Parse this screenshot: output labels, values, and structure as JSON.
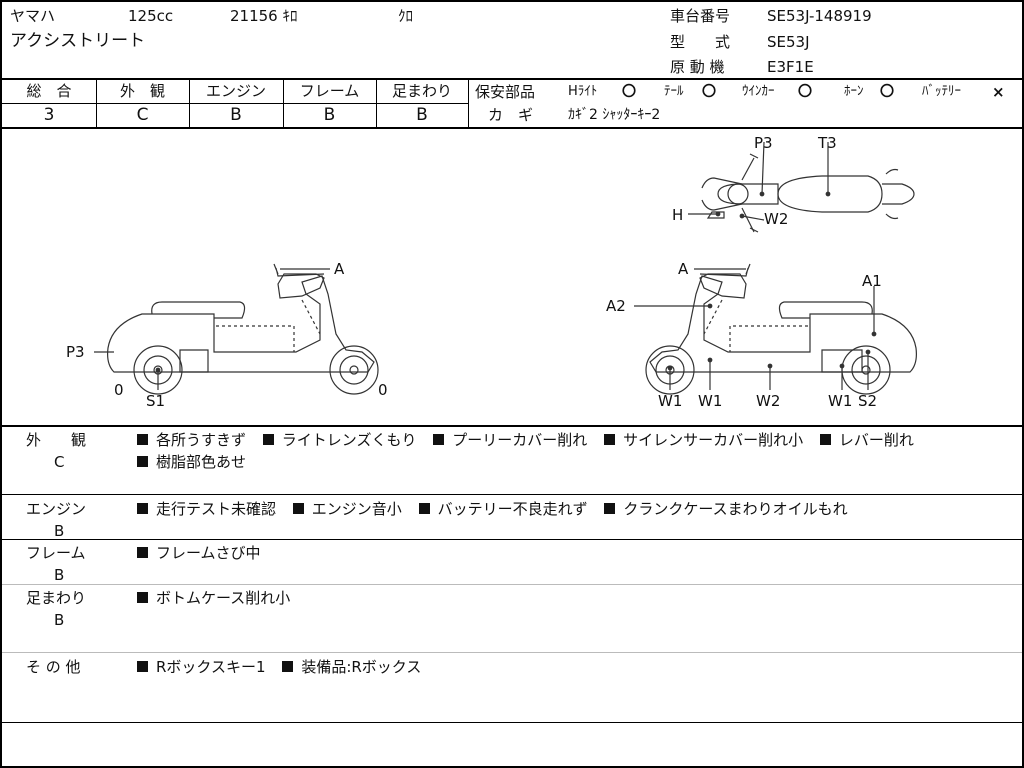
{
  "header": {
    "maker": "ヤマハ",
    "cc": "125cc",
    "mileage": "21156 ｷﾛ",
    "color": "ｸﾛ",
    "model": "アクシストリート",
    "frame_no_label": "車台番号",
    "frame_no": "SE53J-148919",
    "type_label": "型　　式",
    "type": "SE53J",
    "engine_label": "原 動 機",
    "engine": "E3F1E"
  },
  "grades": {
    "overall_label": "総　合",
    "overall": "3",
    "exterior_label": "外　観",
    "exterior": "C",
    "engine_label": "エンジン",
    "engine": "B",
    "frame_label": "フレーム",
    "frame": "B",
    "suspension_label": "足まわり",
    "suspension": "B"
  },
  "safety": {
    "label": "保安部品",
    "headlight_label": "Hﾗｲﾄ",
    "headlight": "〇",
    "tail_label": "ﾃｰﾙ",
    "tail": "〇",
    "winker_label": "ｳｲﾝｶｰ",
    "winker": "〇",
    "horn_label": "ﾎｰﾝ",
    "horn": "〇",
    "battery_label": "ﾊﾞｯﾃﾘｰ",
    "battery": "×",
    "key_label": "カ　ギ",
    "key_value": "ｶｷﾞ2 ｼｬｯﾀｰｷｰ2"
  },
  "diagram": {
    "left": {
      "A": "A",
      "P3": "P3",
      "S1": "S1",
      "zero_left": "0",
      "zero_right": "0"
    },
    "top": {
      "P3": "P3",
      "T3": "T3",
      "H": "H",
      "W2": "W2"
    },
    "right": {
      "A": "A",
      "A1": "A1",
      "A2": "A2",
      "W1a": "W1",
      "W1b": "W1",
      "W2": "W2",
      "W1c": "W1",
      "S2": "S2"
    }
  },
  "notes": {
    "exterior_label": "外　　観",
    "exterior_grade": "C",
    "exterior_items": [
      "各所うすきず",
      "ライトレンズくもり",
      "プーリーカバー削れ",
      "サイレンサーカバー削れ小",
      "レバー削れ"
    ],
    "exterior_items2": [
      "樹脂部色あせ"
    ],
    "engine_label": "エンジン",
    "engine_grade": "B",
    "engine_items": [
      "走行テスト未確認",
      "エンジン音小",
      "バッテリー不良走れず",
      "クランクケースまわりオイルもれ"
    ],
    "frame_label": "フレーム",
    "frame_grade": "B",
    "frame_items": [
      "フレームさび中"
    ],
    "suspension_label": "足まわり",
    "suspension_grade": "B",
    "suspension_items": [
      "ボトムケース削れ小"
    ],
    "other_label": "そ の 他",
    "other_items": [
      "Rボックスキー1",
      "装備品:Rボックス"
    ]
  }
}
